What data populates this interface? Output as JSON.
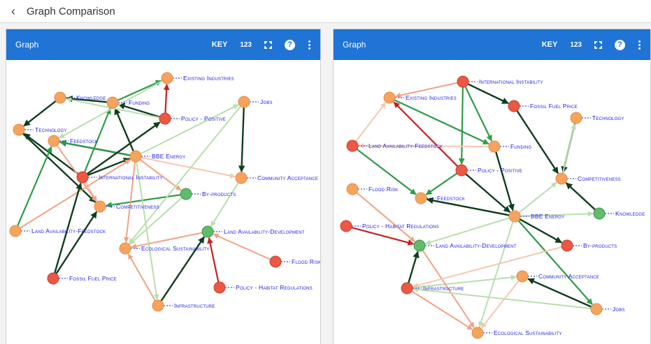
{
  "page": {
    "title": "Graph Comparison",
    "back_icon": "chevron-left-icon"
  },
  "panel_header": {
    "key_label": "KEY",
    "numbers_label": "123",
    "help_label": "?"
  },
  "colors": {
    "header": "#1f74d6",
    "node_orange": "#f6a35e",
    "node_red": "#ec5843",
    "node_green": "#62bb6b",
    "edge_dark": "#0f3d1e",
    "edge_green": "#2e9b47",
    "edge_lightgreen": "#b8dfac",
    "edge_red": "#c81e1e",
    "edge_orange": "#f0a384",
    "edge_lightorange": "#f6c6b0",
    "label_blue": "#1a1ae6"
  },
  "graphs": [
    {
      "panel_title": "Graph",
      "nodes": [
        {
          "id": "existing",
          "label": "Existing Industries",
          "color": "orange"
        },
        {
          "id": "knowledge",
          "label": "Knowledge",
          "color": "orange"
        },
        {
          "id": "funding",
          "label": "Funding",
          "color": "orange"
        },
        {
          "id": "jobs",
          "label": "Jobs",
          "color": "orange"
        },
        {
          "id": "policy_pos",
          "label": "Policy - Positive",
          "color": "red"
        },
        {
          "id": "technology",
          "label": "Technology",
          "color": "orange"
        },
        {
          "id": "feedstock",
          "label": "Feedstock",
          "color": "orange"
        },
        {
          "id": "bbe",
          "label": "BBE Energy",
          "color": "orange"
        },
        {
          "id": "intl",
          "label": "International Instability",
          "color": "red"
        },
        {
          "id": "community",
          "label": "Community Acceptance",
          "color": "orange"
        },
        {
          "id": "byproducts",
          "label": "By-products",
          "color": "green"
        },
        {
          "id": "competitiveness",
          "label": "Competitiveness",
          "color": "orange"
        },
        {
          "id": "land_feed",
          "label": "Land Availability-Feedstock",
          "color": "orange"
        },
        {
          "id": "land_dev",
          "label": "Land Availability-Development",
          "color": "green"
        },
        {
          "id": "eco",
          "label": "Ecological Sustainability",
          "color": "orange"
        },
        {
          "id": "flood",
          "label": "Flood Risk",
          "color": "red"
        },
        {
          "id": "fossil",
          "label": "Fossil Fuel Price",
          "color": "red"
        },
        {
          "id": "policy_hab",
          "label": "Policy - Habitat Regulations",
          "color": "red"
        },
        {
          "id": "infrastructure",
          "label": "Infrastructure",
          "color": "orange"
        }
      ],
      "edges": [
        [
          "policy_pos",
          "existing",
          "red"
        ],
        [
          "funding",
          "knowledge",
          "dark"
        ],
        [
          "knowledge",
          "technology",
          "dark"
        ],
        [
          "technology",
          "competitiveness",
          "dark"
        ],
        [
          "funding",
          "existing",
          "green"
        ],
        [
          "bbe",
          "funding",
          "dark"
        ],
        [
          "policy_pos",
          "funding",
          "dark"
        ],
        [
          "bbe",
          "feedstock",
          "dark"
        ],
        [
          "bbe",
          "feedstock",
          "green"
        ],
        [
          "intl",
          "funding",
          "green"
        ],
        [
          "intl",
          "policy_pos",
          "dark"
        ],
        [
          "intl",
          "bbe",
          "dark"
        ],
        [
          "intl",
          "technology",
          "dark"
        ],
        [
          "intl",
          "competitiveness",
          "lightorange"
        ],
        [
          "feedstock",
          "competitiveness",
          "orange"
        ],
        [
          "bbe",
          "jobs",
          "lightgreen"
        ],
        [
          "jobs",
          "community",
          "dark"
        ],
        [
          "bbe",
          "community",
          "lightorange"
        ],
        [
          "bbe",
          "byproducts",
          "orange"
        ],
        [
          "byproducts",
          "competitiveness",
          "green"
        ],
        [
          "land_feed",
          "feedstock",
          "green"
        ],
        [
          "land_feed",
          "bbe",
          "orange"
        ],
        [
          "fossil",
          "intl",
          "dark"
        ],
        [
          "fossil",
          "competitiveness",
          "dark"
        ],
        [
          "community",
          "land_dev",
          "lightgreen"
        ],
        [
          "land_dev",
          "eco",
          "orange"
        ],
        [
          "flood",
          "land_dev",
          "orange"
        ],
        [
          "policy_hab",
          "land_dev",
          "red"
        ],
        [
          "infrastructure",
          "land_dev",
          "dark"
        ],
        [
          "infrastructure",
          "eco",
          "orange"
        ],
        [
          "bbe",
          "eco",
          "orange"
        ],
        [
          "jobs",
          "eco",
          "lightgreen"
        ],
        [
          "existing",
          "feedstock",
          "lightgreen"
        ],
        [
          "policy_pos",
          "knowledge",
          "lightgreen"
        ],
        [
          "bbe",
          "infrastructure",
          "lightgreen"
        ],
        [
          "byproducts",
          "eco",
          "lightgreen"
        ]
      ]
    },
    {
      "panel_title": "Graph",
      "nodes": [
        {
          "id": "intl",
          "label": "International Instability",
          "color": "red"
        },
        {
          "id": "existing",
          "label": "Existing Industries",
          "color": "orange"
        },
        {
          "id": "fossil",
          "label": "Fossil Fuel Price",
          "color": "red"
        },
        {
          "id": "technology",
          "label": "Technology",
          "color": "orange"
        },
        {
          "id": "land_feed",
          "label": "Land Availability-Feedstock",
          "color": "red"
        },
        {
          "id": "funding",
          "label": "Funding",
          "color": "orange"
        },
        {
          "id": "policy_pos",
          "label": "Policy - Positive",
          "color": "red"
        },
        {
          "id": "competitiveness",
          "label": "Competitiveness",
          "color": "orange"
        },
        {
          "id": "flood",
          "label": "Flood Risk",
          "color": "orange"
        },
        {
          "id": "feedstock",
          "label": "Feedstock",
          "color": "orange"
        },
        {
          "id": "knowledge",
          "label": "Knowledge",
          "color": "green"
        },
        {
          "id": "bbe",
          "label": "BBE Energy",
          "color": "orange"
        },
        {
          "id": "policy_hab",
          "label": "Policy - Habitat Regulations",
          "color": "red"
        },
        {
          "id": "byproducts",
          "label": "By-products",
          "color": "red"
        },
        {
          "id": "land_dev",
          "label": "Land Availability-Development",
          "color": "green"
        },
        {
          "id": "community",
          "label": "Community Acceptance",
          "color": "orange"
        },
        {
          "id": "infrastructure",
          "label": "Infrastructure",
          "color": "red"
        },
        {
          "id": "jobs",
          "label": "Jobs",
          "color": "orange"
        },
        {
          "id": "eco",
          "label": "Ecological Sustainability",
          "color": "orange"
        }
      ],
      "edges": [
        [
          "intl",
          "fossil",
          "dark"
        ],
        [
          "intl",
          "funding",
          "green"
        ],
        [
          "intl",
          "policy_pos",
          "green"
        ],
        [
          "intl",
          "existing",
          "orange"
        ],
        [
          "existing",
          "funding",
          "green"
        ],
        [
          "fossil",
          "competitiveness",
          "dark"
        ],
        [
          "technology",
          "competitiveness",
          "dark"
        ],
        [
          "competitiveness",
          "technology",
          "lightgreen"
        ],
        [
          "policy_pos",
          "existing",
          "red"
        ],
        [
          "policy_pos",
          "bbe",
          "dark"
        ],
        [
          "policy_pos",
          "feedstock",
          "green"
        ],
        [
          "funding",
          "bbe",
          "dark"
        ],
        [
          "land_feed",
          "feedstock",
          "green"
        ],
        [
          "land_feed",
          "existing",
          "lightorange"
        ],
        [
          "bbe",
          "feedstock",
          "green"
        ],
        [
          "bbe",
          "feedstock",
          "dark"
        ],
        [
          "bbe",
          "knowledge",
          "lightgreen"
        ],
        [
          "knowledge",
          "competitiveness",
          "dark"
        ],
        [
          "bbe",
          "byproducts",
          "dark"
        ],
        [
          "bbe",
          "competitiveness",
          "lightgreen"
        ],
        [
          "bbe",
          "jobs",
          "green"
        ],
        [
          "flood",
          "land_dev",
          "orange"
        ],
        [
          "policy_hab",
          "land_dev",
          "red"
        ],
        [
          "infrastructure",
          "land_dev",
          "dark"
        ],
        [
          "bbe",
          "land_dev",
          "lightgreen"
        ],
        [
          "infrastructure",
          "community",
          "lightgreen"
        ],
        [
          "jobs",
          "community",
          "dark"
        ],
        [
          "infrastructure",
          "eco",
          "orange"
        ],
        [
          "land_dev",
          "eco",
          "orange"
        ],
        [
          "community",
          "eco",
          "lightorange"
        ],
        [
          "bbe",
          "eco",
          "lightgreen"
        ],
        [
          "jobs",
          "infrastructure",
          "lightgreen"
        ],
        [
          "byproducts",
          "infrastructure",
          "lightorange"
        ],
        [
          "funding",
          "land_feed",
          "lightorange"
        ]
      ]
    }
  ]
}
